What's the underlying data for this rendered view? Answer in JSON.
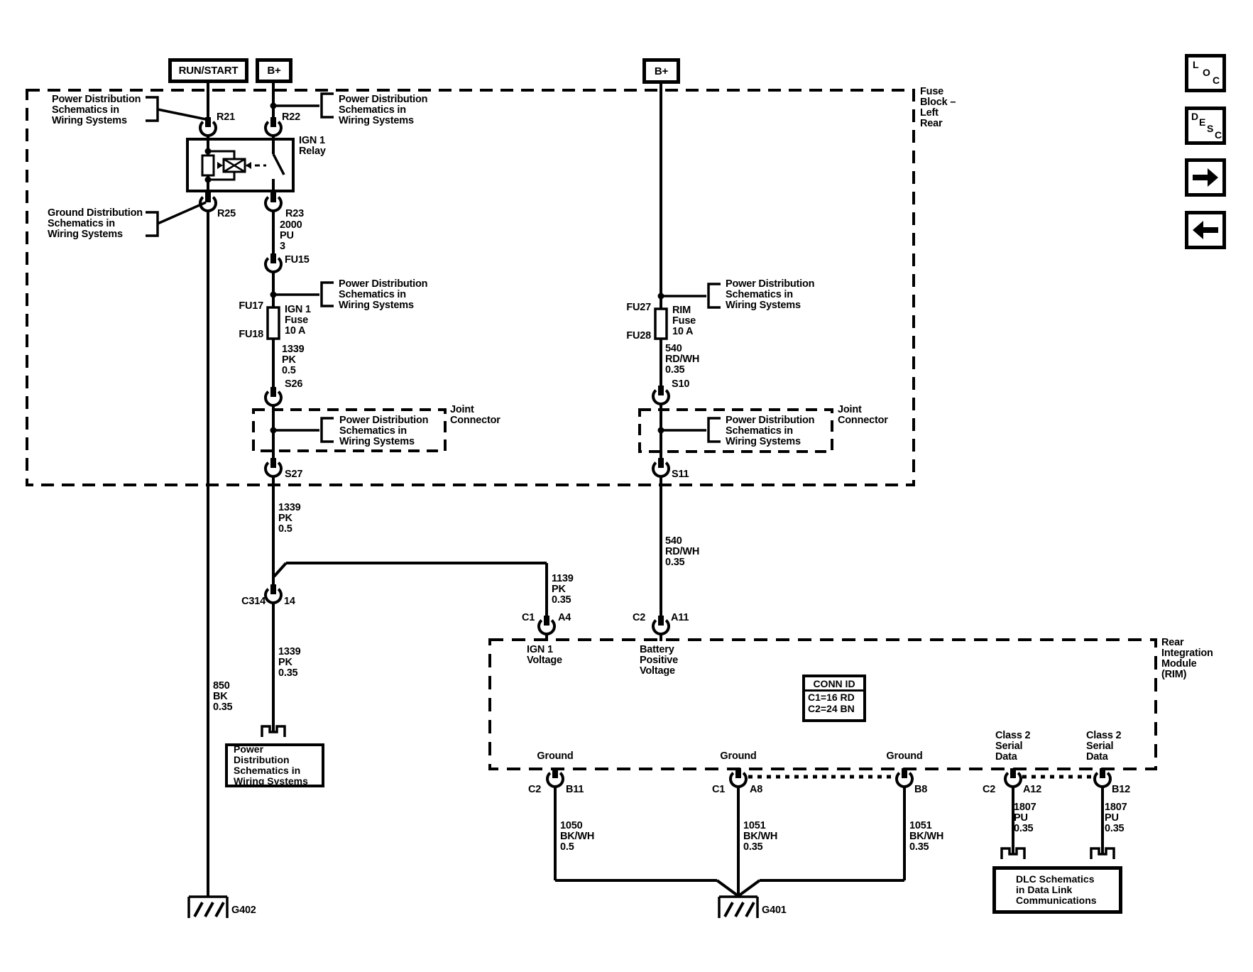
{
  "diagram": {
    "terminals": {
      "run_start": "RUN/START",
      "b_plus": "B+"
    },
    "fuse_block": {
      "name": "Fuse\nBlock –\nLeft\nRear",
      "pins": {
        "fu15": "FU15",
        "fu17": "FU17",
        "fu18": "FU18",
        "fu27": "FU27",
        "fu28": "FU28"
      }
    },
    "callouts": {
      "power_distribution": "Power Distribution\nSchematics in\nWiring Systems",
      "ground_distribution": "Ground Distribution\nSchematics in\nWiring Systems",
      "joint_connector": "Joint\nConnector"
    },
    "relay": {
      "name": "IGN 1\nRelay",
      "pin_r21": "R21",
      "pin_r22": "R22",
      "pin_r25": "R25",
      "pin_r23": "R23"
    },
    "fuses": {
      "ign1": "IGN 1\nFuse\n10 A",
      "rim": "RIM\nFuse\n10 A"
    },
    "splices": {
      "s26": "S26",
      "s27": "S27",
      "s10": "S10",
      "s11": "S11"
    },
    "wires": {
      "ign_feed": "2000\nPU\n3",
      "ign_1339_upper": "1339\nPK\n0.5",
      "ign_1339_lower": "1339\nPK\n0.5",
      "ign_1339_035": "1339\nPK\n0.35",
      "ign_1139_035": "1139\nPK\n0.35",
      "batt_540_upper": "540\nRD/WH\n0.35",
      "batt_540_lower": "540\nRD/WH\n0.35",
      "gnd_850": "850\nBK\n0.35",
      "gnd_1050": "1050\nBK/WH\n0.5",
      "gnd_1051_a": "1051\nBK/WH\n0.35",
      "gnd_1051_b": "1051\nBK/WH\n0.35",
      "data_1807_a": "1807\nPU\n0.35",
      "data_1807_b": "1807\nPU\n0.35"
    },
    "connectors": {
      "c314": "C314",
      "c314_pin": "14"
    },
    "rim": {
      "name": "Rear\nIntegration\nModule\n(RIM)",
      "inputs": {
        "ign1": "IGN 1\nVoltage",
        "batt": "Battery\nPositive\nVoltage"
      },
      "conn_id": {
        "header": "CONN ID",
        "rows": [
          "C1=16 RD",
          "C2=24 BN"
        ]
      },
      "grounds": [
        "Ground",
        "Ground",
        "Ground"
      ],
      "class2": [
        "Class 2\nSerial\nData",
        "Class 2\nSerial\nData"
      ],
      "pins": {
        "a4": {
          "conn": "C1",
          "pin": "A4"
        },
        "a11": {
          "conn": "C2",
          "pin": "A11"
        },
        "b11": {
          "conn": "C2",
          "pin": "B11"
        },
        "a8": {
          "conn": "C1",
          "pin": "A8"
        },
        "b8": {
          "pin": "B8"
        },
        "a12": {
          "conn": "C2",
          "pin": "A12"
        },
        "b12": {
          "pin": "B12"
        }
      }
    },
    "ref_boxes": {
      "power_distribution": "Power Distribution\nSchematics in\nWiring Systems",
      "dlc": "DLC Schematics\nin Data Link\nCommunications"
    },
    "grounds": {
      "g402": "G402",
      "g401": "G401"
    }
  },
  "nav": {
    "loc": [
      "L",
      "O",
      "C"
    ],
    "desc": [
      "D",
      "E",
      "S",
      "C"
    ],
    "forward_icon": "arrow-right",
    "back_icon": "arrow-left"
  },
  "colors": {
    "line": "#000000",
    "background": "#ffffff"
  }
}
